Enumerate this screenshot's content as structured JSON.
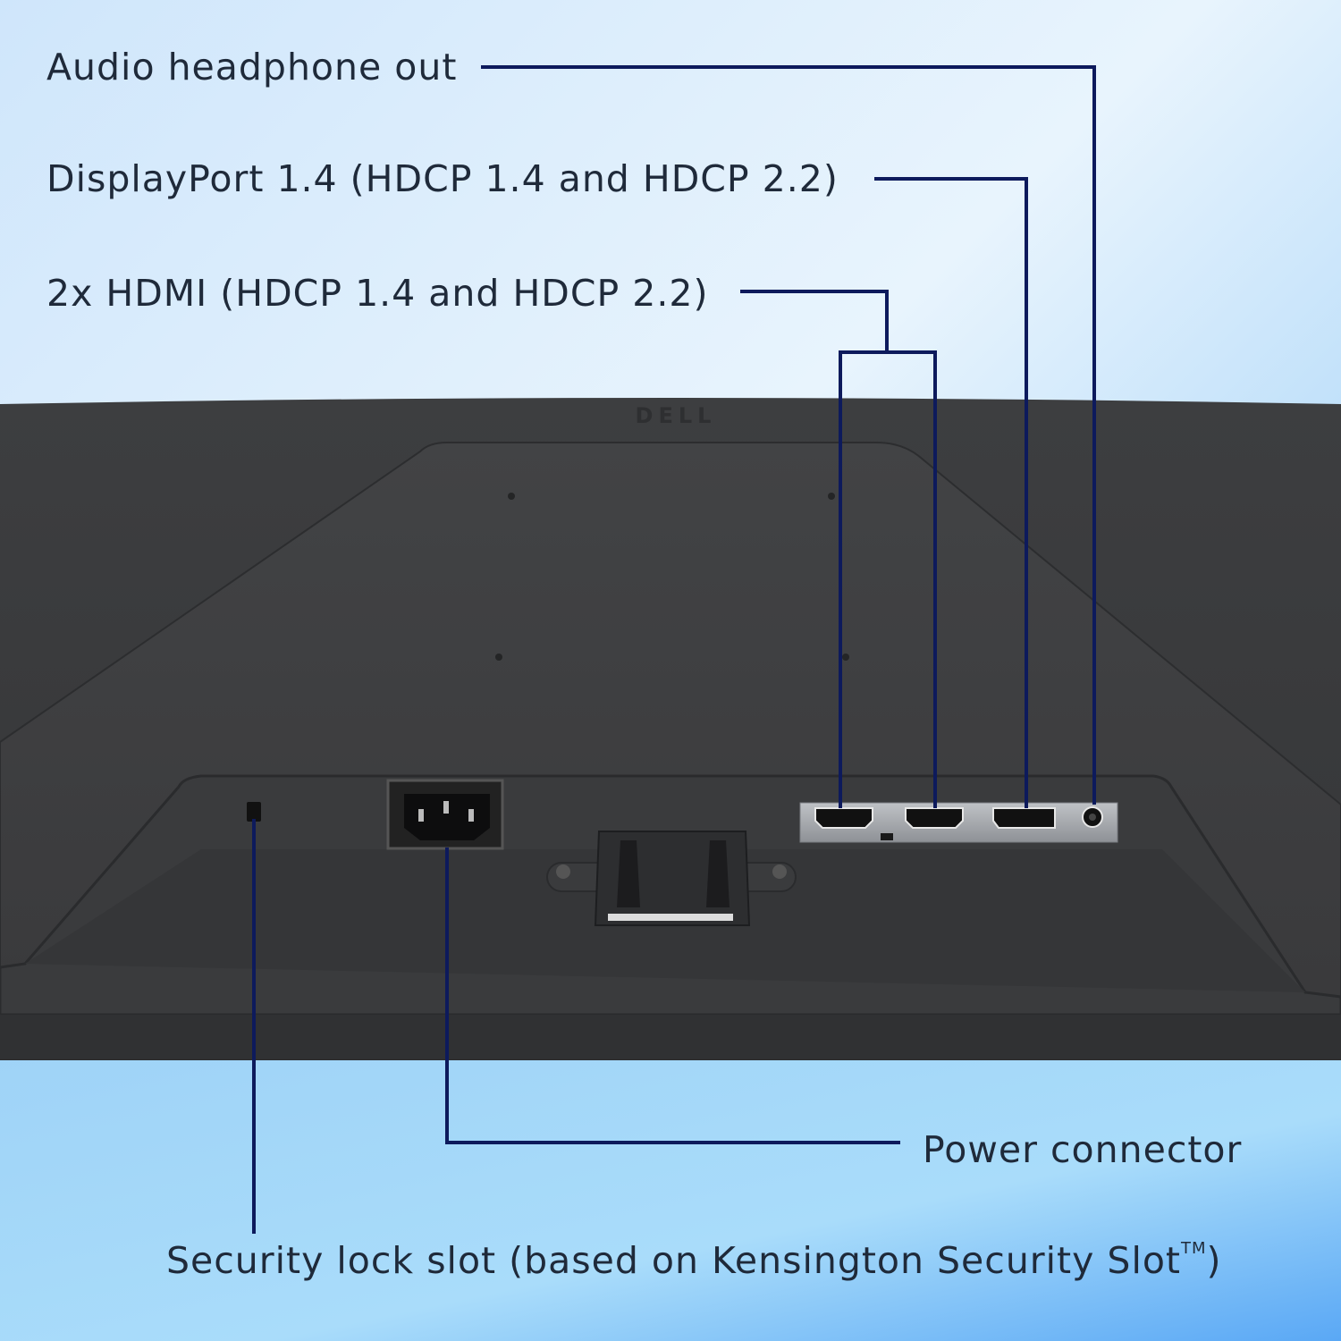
{
  "callouts": {
    "audio": "Audio headphone out",
    "displayport": "DisplayPort 1.4 (HDCP 1.4 and HDCP 2.2)",
    "hdmi": "2x HDMI (HDCP 1.4 and HDCP 2.2)",
    "power": "Power connector",
    "lock": "Security lock slot (based on Kensington Security Slot",
    "lock_tm": "TM",
    "lock_end": ")"
  },
  "brand_logo": "DELL",
  "colors": {
    "line": "#0d1a5c",
    "monitor_body": "#3a3b3d",
    "text": "#1f2a3a"
  }
}
